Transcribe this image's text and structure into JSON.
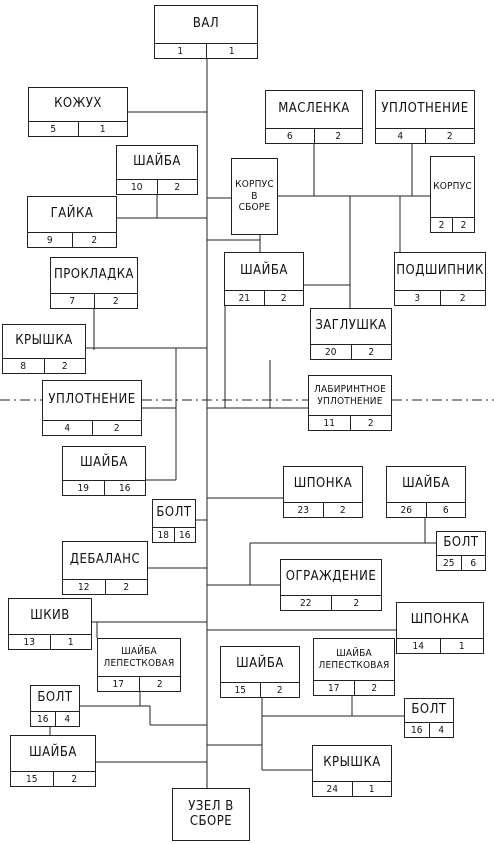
{
  "diagram": {
    "line_color": "#222222",
    "nodes": [
      {
        "id": "val",
        "title": "ВАЛ",
        "num": "1",
        "qty": "1"
      },
      {
        "id": "kozhukh",
        "title": "КОЖУХ",
        "num": "5",
        "qty": "1"
      },
      {
        "id": "maslenka",
        "title": "МАСЛЕНКА",
        "num": "6",
        "qty": "2"
      },
      {
        "id": "uplotnenie-top",
        "title": "УПЛОТНЕНИЕ",
        "num": "4",
        "qty": "2"
      },
      {
        "id": "shaiba-10",
        "title": "ШАЙБА",
        "num": "10",
        "qty": "2"
      },
      {
        "id": "korpus-v-sbore",
        "title": "КОРПУС\nВ\nСБОРЕ",
        "num": "",
        "qty": ""
      },
      {
        "id": "korpus",
        "title": "КОРПУС",
        "num": "2",
        "qty": "2"
      },
      {
        "id": "gaika",
        "title": "ГАЙКА",
        "num": "9",
        "qty": "2"
      },
      {
        "id": "prokladka",
        "title": "ПРОКЛАДКА",
        "num": "7",
        "qty": "2"
      },
      {
        "id": "shaiba-21",
        "title": "ШАЙБА",
        "num": "21",
        "qty": "2"
      },
      {
        "id": "podshipnik",
        "title": "ПОДШИПНИК",
        "num": "3",
        "qty": "2"
      },
      {
        "id": "kryshka-8",
        "title": "КРЫШКА",
        "num": "8",
        "qty": "2"
      },
      {
        "id": "zaglushka",
        "title": "ЗАГЛУШКА",
        "num": "20",
        "qty": "2"
      },
      {
        "id": "uplotnenie-left",
        "title": "УПЛОТНЕНИЕ",
        "num": "4",
        "qty": "2"
      },
      {
        "id": "labirintnoe",
        "title": "ЛАБИРИНТНОЕ\nУПЛОТНЕНИЕ",
        "num": "11",
        "qty": "2"
      },
      {
        "id": "shaiba-19",
        "title": "ШАЙБА",
        "num": "19",
        "qty": "16"
      },
      {
        "id": "shponka-23",
        "title": "ШПОНКА",
        "num": "23",
        "qty": "2"
      },
      {
        "id": "shaiba-26",
        "title": "ШАЙБА",
        "num": "26",
        "qty": "6"
      },
      {
        "id": "bolt-18",
        "title": "БОЛТ",
        "num": "18",
        "qty": "16"
      },
      {
        "id": "bolt-25",
        "title": "БОЛТ",
        "num": "25",
        "qty": "6"
      },
      {
        "id": "debalans",
        "title": "ДЕБАЛАНС",
        "num": "12",
        "qty": "2"
      },
      {
        "id": "ograzhdenie",
        "title": "ОГРАЖДЕНИЕ",
        "num": "22",
        "qty": "2"
      },
      {
        "id": "shkiv",
        "title": "ШКИВ",
        "num": "13",
        "qty": "1"
      },
      {
        "id": "shponka-14",
        "title": "ШПОНКА",
        "num": "14",
        "qty": "1"
      },
      {
        "id": "shaiba-lep-left",
        "title": "ШАЙБА\nЛЕПЕСТКОВАЯ",
        "num": "17",
        "qty": "2"
      },
      {
        "id": "shaiba-15-mid",
        "title": "ШАЙБА",
        "num": "15",
        "qty": "2"
      },
      {
        "id": "shaiba-lep-right",
        "title": "ШАЙБА\nЛЕПЕСТКОВАЯ",
        "num": "17",
        "qty": "2"
      },
      {
        "id": "bolt-16-left",
        "title": "БОЛТ",
        "num": "16",
        "qty": "4"
      },
      {
        "id": "bolt-16-right",
        "title": "БОЛТ",
        "num": "16",
        "qty": "4"
      },
      {
        "id": "shaiba-15-left",
        "title": "ШАЙБА",
        "num": "15",
        "qty": "2"
      },
      {
        "id": "kryshka-24",
        "title": "КРЫШКА",
        "num": "24",
        "qty": "1"
      },
      {
        "id": "uzel-v-sbore",
        "title": "УЗЕЛ В\nСБОРЕ",
        "num": "",
        "qty": ""
      }
    ]
  }
}
